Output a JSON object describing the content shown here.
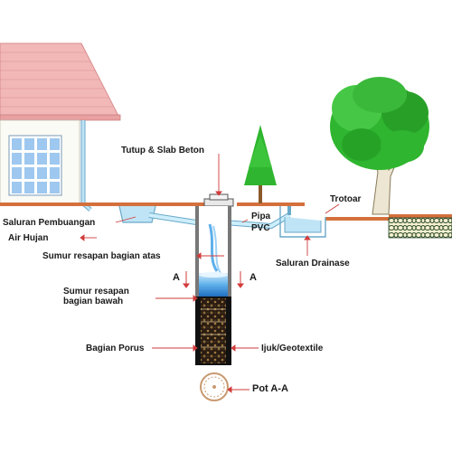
{
  "labels": {
    "tutup_slab": "Tutup & Slab Beton",
    "pipa": "Pipa",
    "pvc": "PVC",
    "trotoar": "Trotoar",
    "saluran_pembuangan_1": "Saluran Pembuangan",
    "saluran_pembuangan_2": "Air Hujan",
    "sumur_atas": "Sumur resapan bagian atas",
    "saluran_drainase": "Saluran Drainase",
    "section_a_left": "A",
    "section_a_right": "A",
    "sumur_bawah_1": "Sumur resapan",
    "sumur_bawah_2": "bagian bawah",
    "bagian_porus": "Bagian Porus",
    "ijuk": "Ijuk/Geotextile",
    "pot": "Pot A-A"
  },
  "colors": {
    "roof": "#f2b8b8",
    "roof_line": "#d98c8c",
    "wall": "#fbfbf5",
    "window": "#9ec8ef",
    "ground": "#d4703c",
    "pipe": "#bfe4f5",
    "pipe_stroke": "#6aa9c9",
    "water": "#3d8fd8",
    "tree_green": "#2fb52f",
    "arrow": "#d23b3b",
    "porous": "#2a1c12"
  },
  "icons": {
    "house": "house-icon",
    "pine_tree": "pine-tree-icon",
    "tree": "tree-icon"
  }
}
